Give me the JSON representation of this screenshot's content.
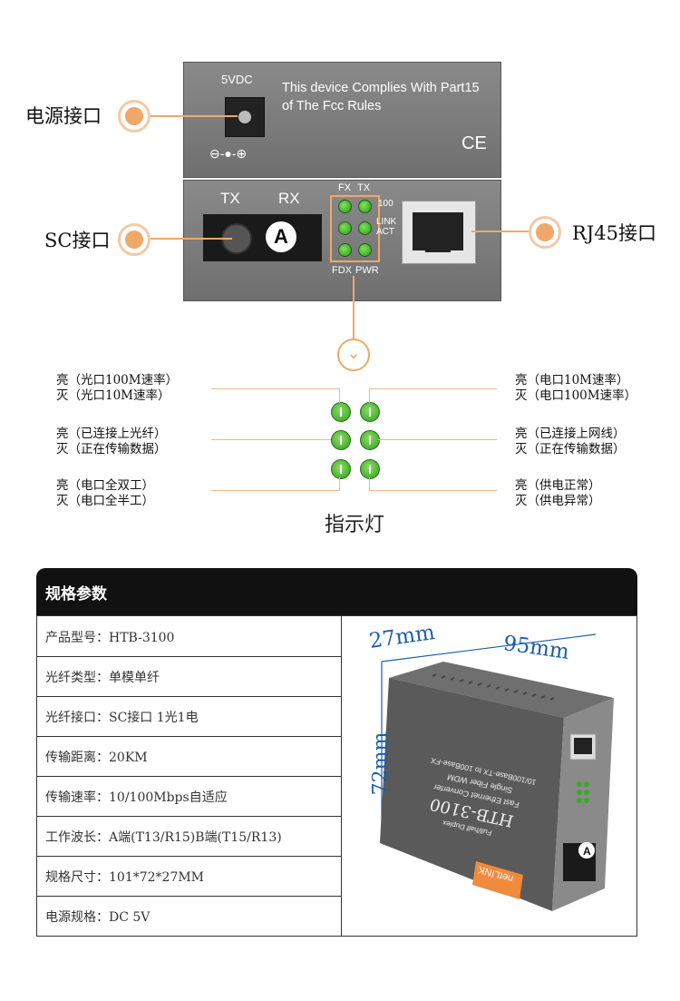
{
  "top_panel": {
    "power_label": "5VDC",
    "compliance_line1": "This device Complies With Part15",
    "compliance_line2": "of The Fcc Rules",
    "ce_mark": "CE",
    "polarity": "⊖-●-⊕"
  },
  "front_panel": {
    "tx_label": "TX",
    "rx_label": "RX",
    "side_badge": "A",
    "led_labels": {
      "fx": "FX",
      "tx": "TX",
      "n100": "100",
      "link": "LINK",
      "act": "ACT",
      "fdx": "FDX",
      "pwr": "PWR"
    }
  },
  "callouts": {
    "power": "电源接口",
    "sc": "SC接口",
    "rj45": "RJ45接口"
  },
  "indicator": {
    "title": "指示灯",
    "left": [
      {
        "line1": "亮（光口100M速率）",
        "line2": "灭（光口10M速率）"
      },
      {
        "line1": "亮（已连接上光纤）",
        "line2": "灭（正在传输数据）"
      },
      {
        "line1": "亮（电口全双工）",
        "line2": "灭（电口全半工）"
      }
    ],
    "right": [
      {
        "line1": "亮（电口10M速率）",
        "line2": "灭（电口100M速率）"
      },
      {
        "line1": "亮（已连接上网线）",
        "line2": "灭（正在传输数据）"
      },
      {
        "line1": "亮（供电正常）",
        "line2": "灭（供电异常）"
      }
    ]
  },
  "specs": {
    "title": "规格参数",
    "rows": [
      "产品型号：HTB-3100",
      "光纤类型：单模单纤",
      "光纤接口：SC接口 1光1电",
      "传输距离：20KM",
      "传输速率：10/100Mbps自适应",
      "工作波长：A端(T13/R15)B端(T15/R13)",
      "规格尺寸：101*72*27MM",
      "电源规格：DC 5V"
    ],
    "dim_height": "27mm",
    "dim_length": "95mm",
    "dim_width": "72mm",
    "device_label": {
      "model": "HTB-3100",
      "desc1": "10/100Base-TX to 100Base-FX",
      "desc2": "Single Fiber WDM",
      "desc3": "Fast Ethernet Converter",
      "duplex": "Full/half Duplex",
      "brand": "netLINK"
    }
  },
  "colors": {
    "accent": "#f0a868",
    "led_green": "#3ca82a",
    "panel_gray": "#7a7a7a"
  }
}
